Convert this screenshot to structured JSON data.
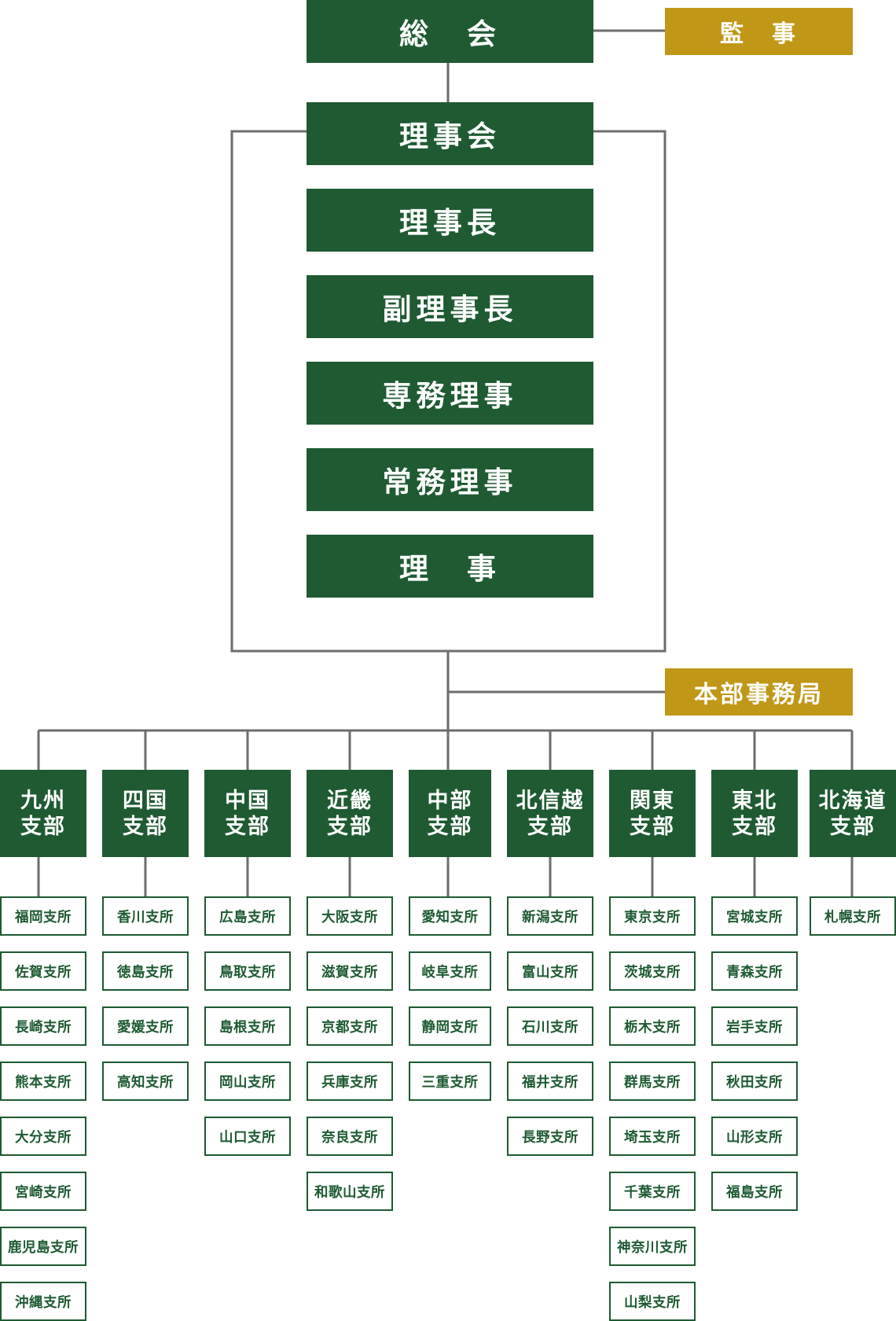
{
  "colors": {
    "green": "#1f5a33",
    "gold": "#c09716",
    "line": "#6d6d6d"
  },
  "top": {
    "general_assembly": "総　会",
    "auditor": "監　事",
    "board": "理事会",
    "chairman": "理事長",
    "vice_chairman": "副理事長",
    "senior_director": "専務理事",
    "managing_director": "常務理事",
    "directors": "理　事",
    "headquarters": "本部事務局"
  },
  "branches": [
    {
      "name": "九州\n支部",
      "offices": [
        "福岡支所",
        "佐賀支所",
        "長崎支所",
        "熊本支所",
        "大分支所",
        "宮崎支所",
        "鹿児島支所",
        "沖縄支所"
      ]
    },
    {
      "name": "四国\n支部",
      "offices": [
        "香川支所",
        "徳島支所",
        "愛媛支所",
        "高知支所"
      ]
    },
    {
      "name": "中国\n支部",
      "offices": [
        "広島支所",
        "鳥取支所",
        "島根支所",
        "岡山支所",
        "山口支所"
      ]
    },
    {
      "name": "近畿\n支部",
      "offices": [
        "大阪支所",
        "滋賀支所",
        "京都支所",
        "兵庫支所",
        "奈良支所",
        "和歌山支所"
      ]
    },
    {
      "name": "中部\n支部",
      "offices": [
        "愛知支所",
        "岐阜支所",
        "静岡支所",
        "三重支所"
      ]
    },
    {
      "name": "北信越\n支部",
      "offices": [
        "新潟支所",
        "富山支所",
        "石川支所",
        "福井支所",
        "長野支所"
      ]
    },
    {
      "name": "関東\n支部",
      "offices": [
        "東京支所",
        "茨城支所",
        "栃木支所",
        "群馬支所",
        "埼玉支所",
        "千葉支所",
        "神奈川支所",
        "山梨支所"
      ]
    },
    {
      "name": "東北\n支部",
      "offices": [
        "宮城支所",
        "青森支所",
        "岩手支所",
        "秋田支所",
        "山形支所",
        "福島支所"
      ]
    },
    {
      "name": "北海道\n支部",
      "offices": [
        "札幌支所"
      ]
    }
  ]
}
